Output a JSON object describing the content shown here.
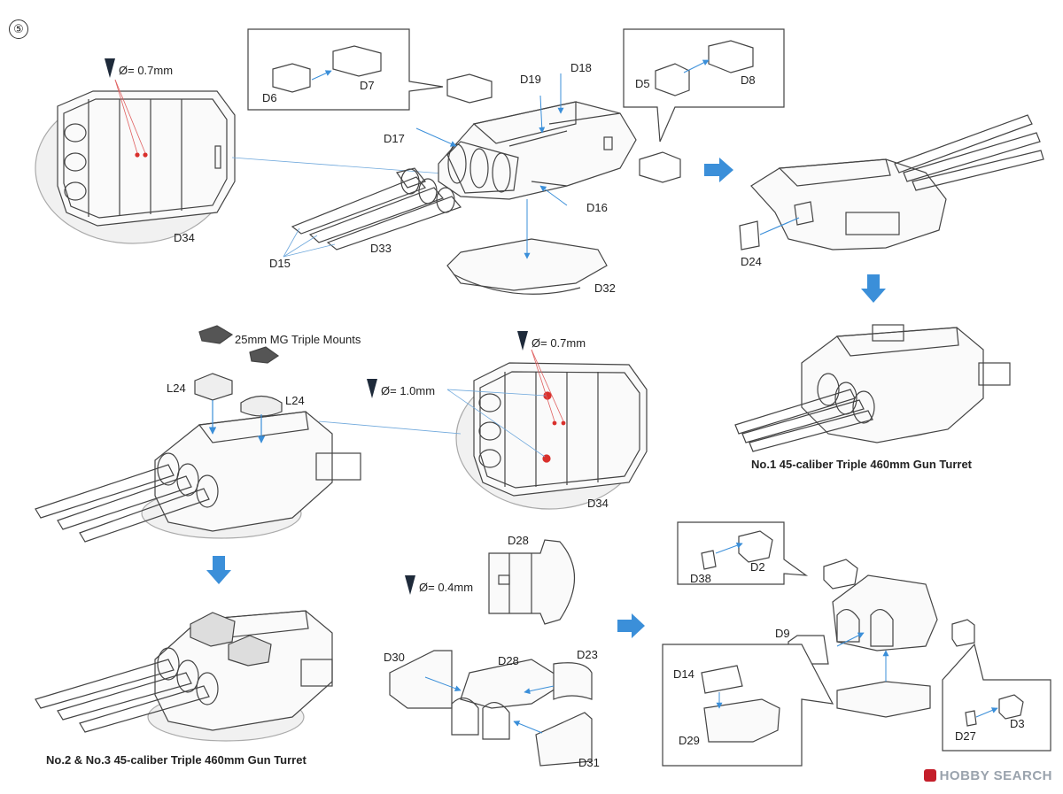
{
  "step": {
    "number": "⑤"
  },
  "drill_notes": {
    "top": "Ø= 0.7mm",
    "mid_small": "Ø= 0.7mm",
    "mid_large": "Ø= 1.0mm",
    "bottom": "Ø= 0.4mm"
  },
  "parts": {
    "d6": "D6",
    "d7": "D7",
    "d5": "D5",
    "d8": "D8",
    "d17": "D17",
    "d18": "D18",
    "d19": "D19",
    "d16": "D16",
    "d15": "D15",
    "d33": "D33",
    "d32": "D32",
    "d34_top": "D34",
    "d24": "D24",
    "l24_a": "L24",
    "l24_b": "L24",
    "d34_mid": "D34",
    "d28_top": "D28",
    "d28_bottom": "D28",
    "d30": "D30",
    "d23": "D23",
    "d31": "D31",
    "d38": "D38",
    "d2": "D2",
    "d9": "D9",
    "d14": "D14",
    "d29": "D29",
    "d27": "D27",
    "d3": "D3"
  },
  "notes": {
    "mg_mounts": "25mm MG Triple Mounts"
  },
  "captions": {
    "no1": "No.1 45-caliber Triple 460mm Gun Turret",
    "no23": "No.2 & No.3 45-caliber Triple 460mm Gun Turret"
  },
  "watermark": {
    "text": "HOBBY SEARCH"
  },
  "colors": {
    "arrow_blue": "#3b8fd9",
    "drill_red": "#d9302c",
    "line": "#444444",
    "leader": "#6fa8dc"
  }
}
